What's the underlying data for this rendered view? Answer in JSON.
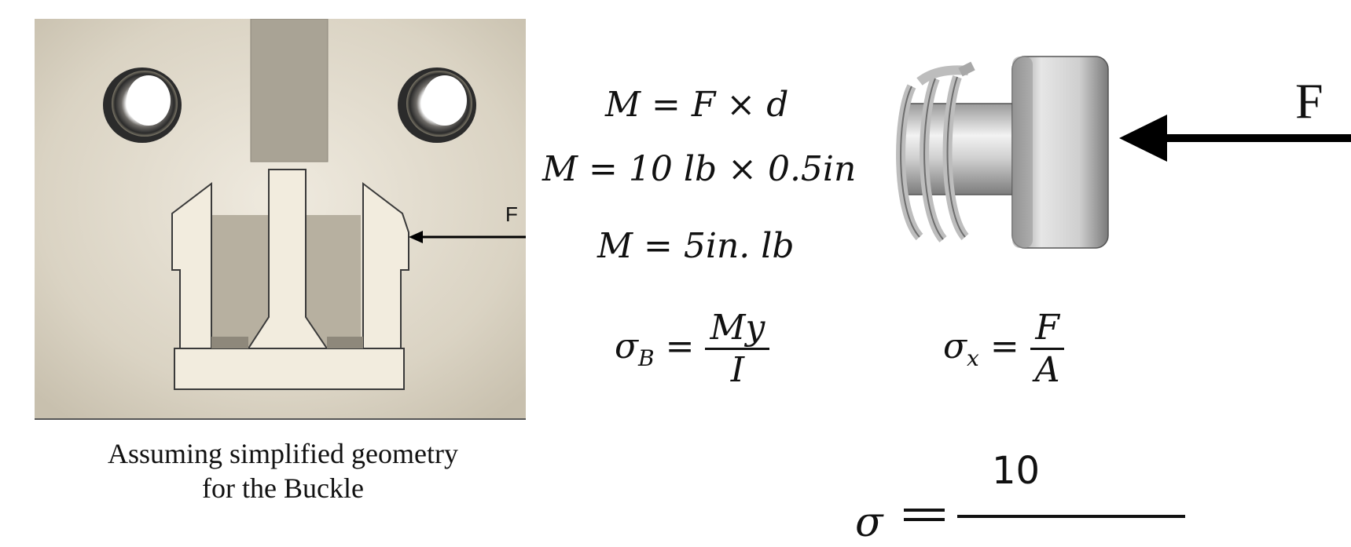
{
  "buckle_figure": {
    "force_label": "F",
    "caption_line1": "Assuming simplified geometry",
    "caption_line2": "for the Buckle"
  },
  "equations": {
    "moment_definition": "M = F × d",
    "moment_values": "M = 10 lb × 0.5in",
    "moment_result": "M = 5in. lb",
    "bending_stress": {
      "lhs": "σ",
      "sub": "B",
      "num": "My",
      "den": "I"
    },
    "axial_stress": {
      "lhs": "σ",
      "sub": "x",
      "num": "F",
      "den": "A"
    },
    "partial_fraction": {
      "lhs": "σ",
      "num": "10"
    }
  },
  "spring_figure": {
    "force_label": "F"
  },
  "colors": {
    "plate": "#d9d3c4",
    "plate_dark": "#bdb6a6",
    "part_fill": "#f2ecde",
    "outline": "#3a3a3a",
    "arrow": "#000000"
  }
}
